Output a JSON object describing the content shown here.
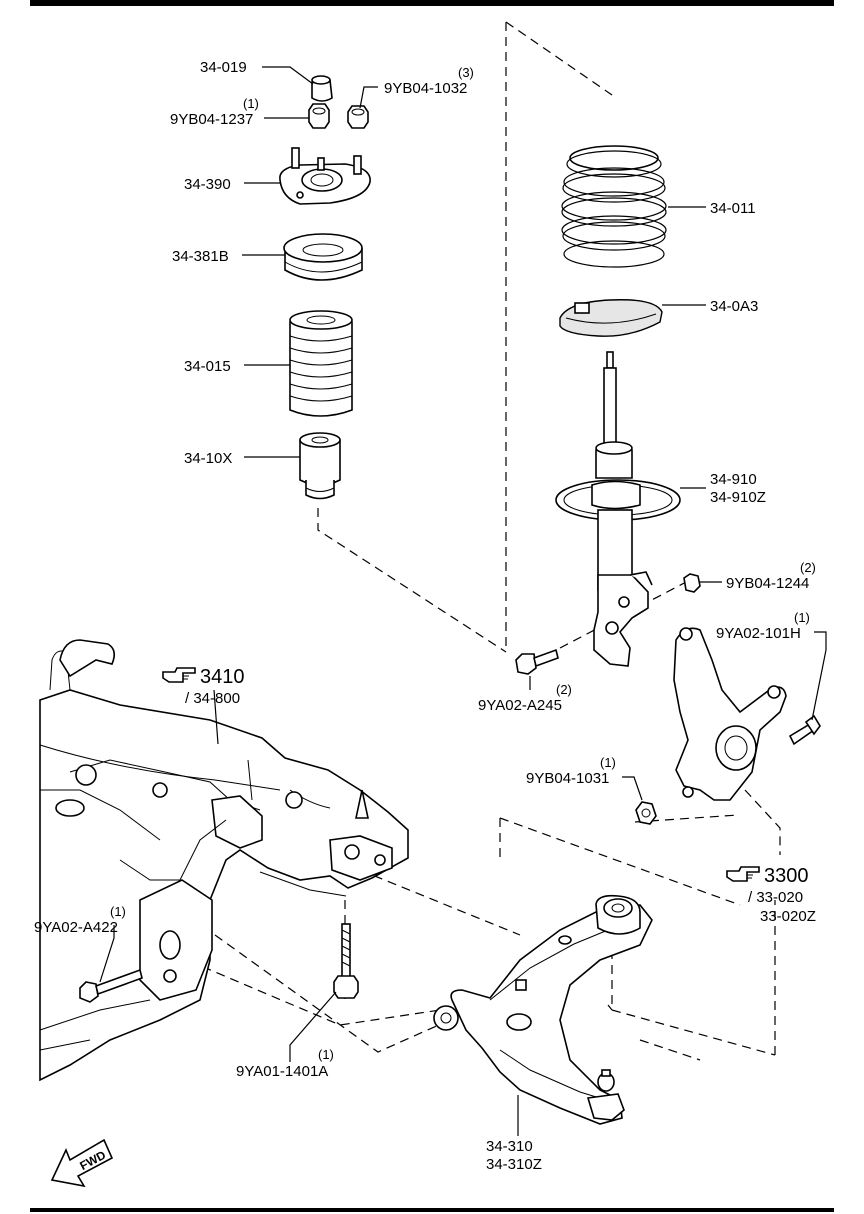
{
  "labels": {
    "p_34_019": "34-019",
    "p_9YB04_1237": "9YB04-1237",
    "q_9YB04_1237": "(1)",
    "p_9YB04_1032": "9YB04-1032",
    "q_9YB04_1032": "(3)",
    "p_34_390": "34-390",
    "p_34_381B": "34-381B",
    "p_34_015": "34-015",
    "p_34_10X": "34-10X",
    "p_34_011": "34-011",
    "p_34_0A3": "34-0A3",
    "p_34_910": "34-910",
    "p_34_910Z": "34-910Z",
    "p_9YB04_1244": "9YB04-1244",
    "q_9YB04_1244": "(2)",
    "p_9YA02_101H": "9YA02-101H",
    "q_9YA02_101H": "(1)",
    "p_9YA02_A245": "9YA02-A245",
    "q_9YA02_A245": "(2)",
    "p_9YB04_1031": "9YB04-1031",
    "q_9YB04_1031": "(1)",
    "ref_3410": "3410",
    "ref_34_800": "/ 34-800",
    "ref_3300": "3300",
    "ref_33_020": "/ 33-020",
    "ref_33_020Z": "33-020Z",
    "p_9YA02_A422": "9YA02-A422",
    "q_9YA02_A422": "(1)",
    "p_9YA01_1401A": "9YA01-1401A",
    "q_9YA01_1401A": "(1)",
    "p_34_310": "34-310",
    "p_34_310Z": "34-310Z",
    "fwd": "FWD"
  },
  "icons": {
    "reference": "pointing-hand-icon",
    "direction": "fwd-arrow-icon"
  }
}
